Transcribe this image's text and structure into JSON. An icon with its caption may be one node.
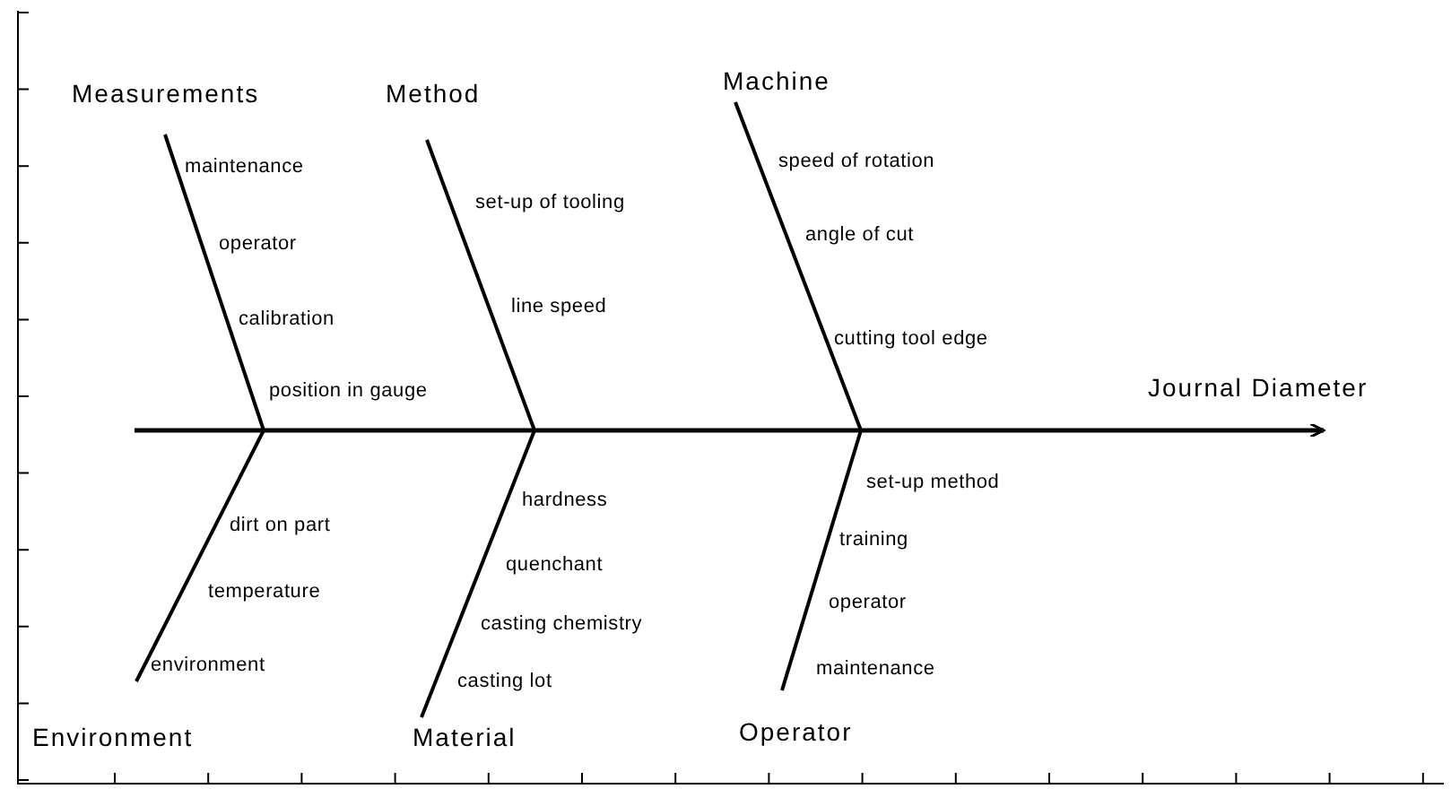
{
  "diagram": {
    "nodes": [
      {
        "text": [
          "Measurements"
        ]
      },
      {
        "text": [
          "Method"
        ]
      },
      {
        "text": [
          "Machine"
        ]
      },
      {
        "text": [
          "Journal Diameter"
        ]
      },
      {
        "text": [
          "Environment"
        ]
      },
      {
        "text": [
          "Material"
        ]
      },
      {
        "text": [
          "Operator"
        ]
      }
    ],
    "edges": [
      {
        "from": null,
        "to": 3,
        "arrow": "to"
      },
      {
        "from": 0,
        "to": 3,
        "arrow": "to"
      },
      {
        "from": 1,
        "to": 3,
        "arrow": "to"
      },
      {
        "from": 2,
        "to": 3,
        "arrow": "to"
      },
      {
        "from": 4,
        "to": 3,
        "arrow": "to"
      },
      {
        "from": 5,
        "to": 3,
        "arrow": "to"
      },
      {
        "from": 6,
        "to": 3,
        "arrow": "to"
      }
    ],
    "labels": [
      "maintenance",
      "operator",
      "calibration",
      "position in gauge",
      "set-up of tooling",
      "line speed",
      "speed of rotation",
      "angle of cut",
      "cutting tool edge",
      "dirt on part",
      "temperature",
      "environment",
      "hardness",
      "quenchant",
      "casting chemistry",
      "casting lot",
      "set-up method",
      "training",
      "operator",
      "maintenance"
    ]
  }
}
